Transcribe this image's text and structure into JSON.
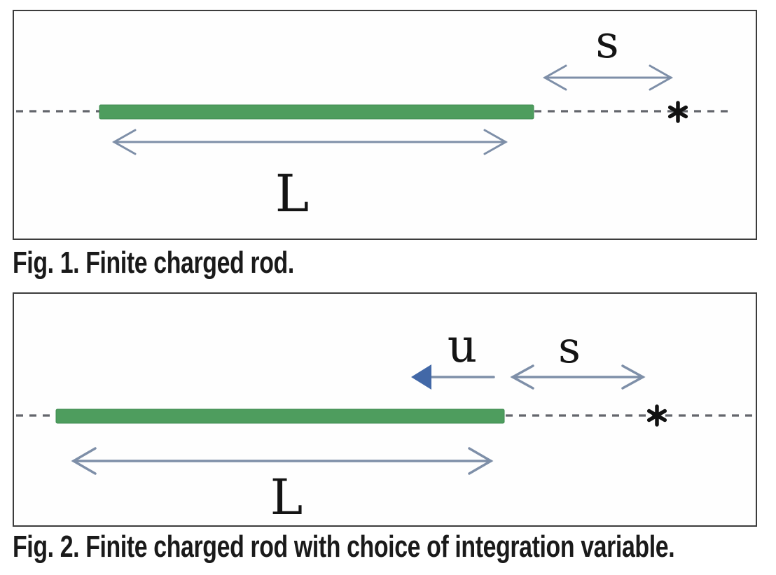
{
  "figure1": {
    "caption": "Fig. 1. Finite charged rod.",
    "rod_length_label": "L",
    "distance_label": "s",
    "point_marker": "*"
  },
  "figure2": {
    "caption": "Fig. 2. Finite charged rod with choice of integration variable.",
    "rod_length_label": "L",
    "distance_label": "s",
    "integration_variable_label": "u",
    "point_marker": "*"
  },
  "colors": {
    "rod_green": "#4e9d5e",
    "rod_edge_green": "#3f8b50",
    "arrow_blue_gray": "#7e8fa8",
    "solid_arrow_blue": "#4268a7",
    "dashed_line_gray": "#63666c",
    "marker_black": "#121212",
    "label_ink": "#141414",
    "caption_ink": "#1a1a1a",
    "box_border_gray": "#3c3c3c"
  }
}
